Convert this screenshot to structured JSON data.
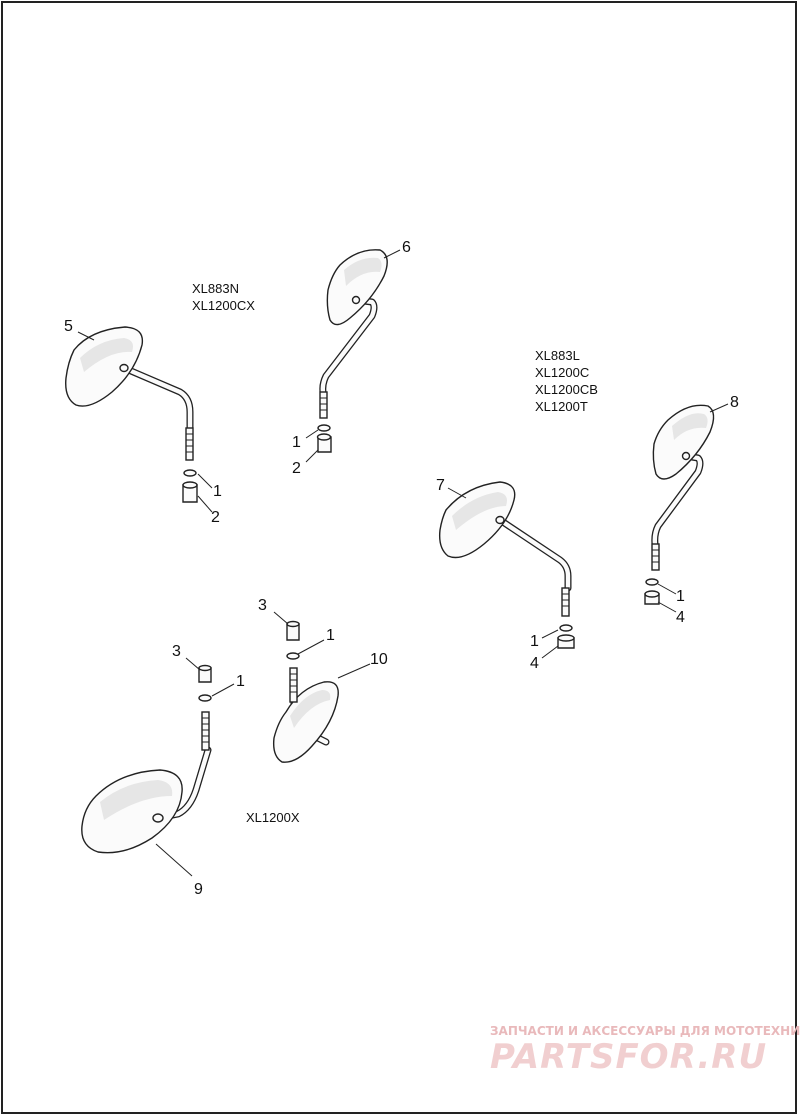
{
  "diagram": {
    "model_groups": {
      "top_left": [
        "XL883N",
        "XL1200CX"
      ],
      "right": [
        "XL883L",
        "XL1200C",
        "XL1200CB",
        "XL1200T"
      ],
      "bottom": [
        "XL1200X"
      ]
    },
    "callouts": {
      "c5": "5",
      "c6": "6",
      "c7": "7",
      "c8": "8",
      "c9": "9",
      "c10": "10",
      "c1a": "1",
      "c2a": "2",
      "c1b": "1",
      "c2b": "2",
      "c1c": "1",
      "c4c": "4",
      "c1d": "1",
      "c4d": "4",
      "c3e": "3",
      "c1e": "1",
      "c3f": "3",
      "c1f": "1"
    }
  },
  "watermark": {
    "tagline": "ЗАПЧАСТИ И АКСЕССУАРЫ ДЛЯ МОТОТЕХНИКИ",
    "logo": "PARTSFOR.RU"
  },
  "colors": {
    "line": "#222222",
    "watermark": "#e9b9bb"
  }
}
